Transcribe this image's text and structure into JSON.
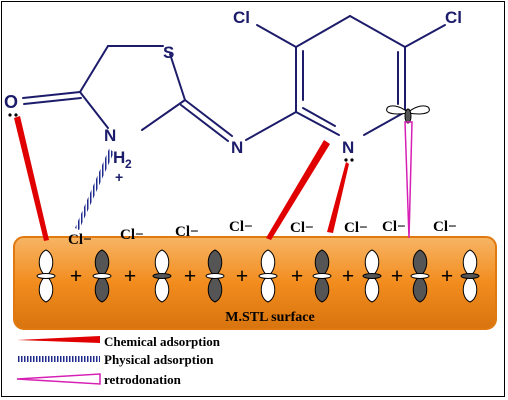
{
  "molecule": {
    "atoms": {
      "cl_left": "Cl",
      "cl_right": "Cl",
      "sulfur": "S",
      "oxygen": "O",
      "amine": "N",
      "amine_h": "H",
      "amine_sub": "2",
      "amine_charge": "+",
      "imine_n": "N",
      "pyridine_n": "N"
    }
  },
  "ions": {
    "label": "Cl",
    "charge": "−",
    "items": [
      "Cl−",
      "Cl−",
      "Cl−",
      "Cl−",
      "Cl−",
      "Cl−",
      "Cl−",
      "Cl−"
    ]
  },
  "surface": {
    "label": "M.STL surface",
    "plus_signs": [
      "+",
      "+",
      "+",
      "+",
      "+",
      "+",
      "+",
      "+"
    ],
    "color": "#f28c1e"
  },
  "legend": {
    "chemical": "Chemical adsorption",
    "physical": "Physical adsorption",
    "retro": "retrodonation"
  },
  "colors": {
    "chemical": "#e00000",
    "physical": "#1e2a8c",
    "retro": "#d61fb4",
    "bond": "#1c1c6b"
  }
}
